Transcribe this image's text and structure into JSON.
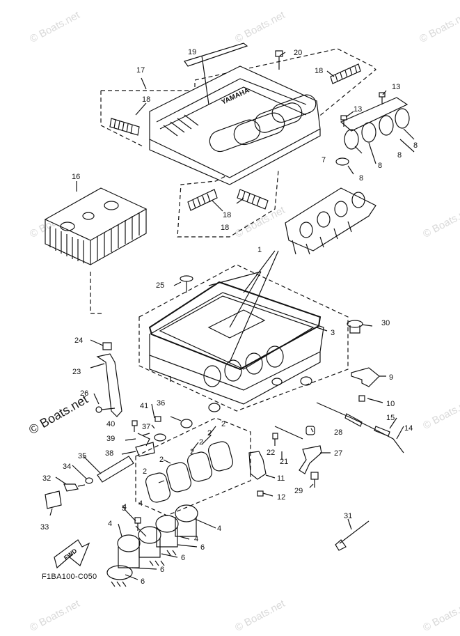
{
  "diagram": {
    "code": "F1BA100-C050",
    "fwd_label": "FWD",
    "brand_text": "YAMAHA",
    "watermark_corner": "© Boats.net",
    "watermark_main": "© Boats.net",
    "callouts": [
      "1",
      "2",
      "2",
      "2",
      "2",
      "2",
      "2",
      "3",
      "4",
      "4",
      "4",
      "4",
      "4",
      "5",
      "6",
      "6",
      "6",
      "6",
      "7",
      "8",
      "8",
      "8",
      "8",
      "9",
      "10",
      "11",
      "12",
      "13",
      "13",
      "14",
      "15",
      "16",
      "17",
      "18",
      "18",
      "18",
      "18",
      "19",
      "20",
      "21",
      "22",
      "23",
      "24",
      "25",
      "26",
      "27",
      "28",
      "29",
      "30",
      "31",
      "32",
      "33",
      "34",
      "35",
      "36",
      "37",
      "38",
      "39",
      "40",
      "41"
    ]
  }
}
